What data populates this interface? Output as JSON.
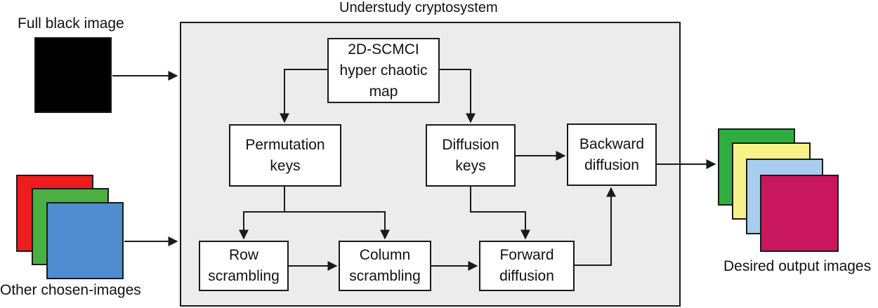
{
  "title": "Understudy cryptosystem",
  "inputs": {
    "black_image_label": "Full black image",
    "chosen_images_label": "Other chosen-images"
  },
  "output": {
    "label": "Desired output images"
  },
  "nodes": {
    "chaotic_map": "2D-SCMCI\nhyper chaotic\nmap",
    "permutation_keys": "Permutation\nkeys",
    "diffusion_keys": "Diffusion\nkeys",
    "backward_diffusion": "Backward\ndiffusion",
    "row_scrambling": "Row\nscrambling",
    "column_scrambling": "Column\nscrambling",
    "forward_diffusion": "Forward\ndiffusion"
  },
  "colors": {
    "panel": "#ececec",
    "black_image": "#000000",
    "input_stack": [
      "#ee1c1c",
      "#4caf42",
      "#4f8ccf"
    ],
    "output_stack": [
      "#2fae3f",
      "#f7f38a",
      "#a9cdee",
      "#c8175d"
    ]
  }
}
